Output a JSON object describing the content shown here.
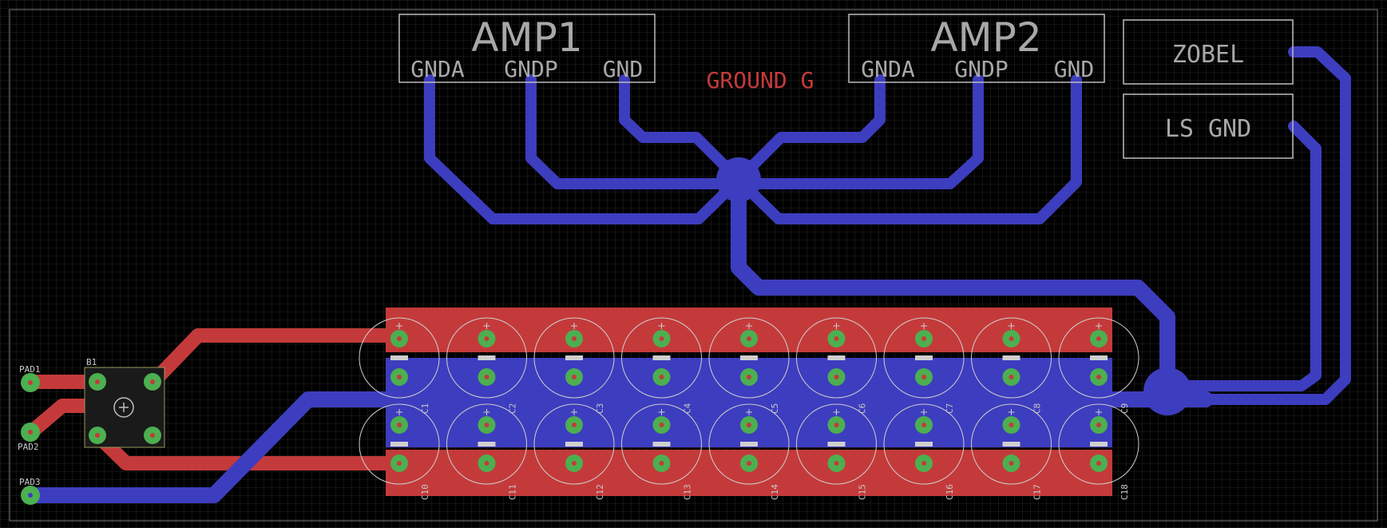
{
  "board": {
    "background": "#000000",
    "grid_color": "#2a2a2a",
    "top_copper_color": "#c43a3a",
    "bottom_copper_color": "#3d3dbf",
    "pad_color": "#4caf50",
    "silkscreen_color": "#c8c8c8"
  },
  "labels": {
    "amp1_title": "AMP1",
    "amp1_gnda": "GNDA",
    "amp1_gndp": "GNDP",
    "amp1_gnd": "GND",
    "amp2_title": "AMP2",
    "amp2_gnda": "GNDA",
    "amp2_gndp": "GNDP",
    "amp2_gnd": "GND",
    "ground_net": "GROUND G",
    "zobel": "ZOBEL",
    "ls_gnd": "LS GND"
  },
  "pads": {
    "pad1": "PAD1",
    "pad2": "PAD2",
    "pad3": "PAD3"
  },
  "rectifier": {
    "ref": "B1"
  },
  "capacitors_top": [
    "C1",
    "C2",
    "C3",
    "C4",
    "C5",
    "C6",
    "C7",
    "C8",
    "C9"
  ],
  "capacitors_bottom": [
    "C10",
    "C11",
    "C12",
    "C13",
    "C14",
    "C15",
    "C16",
    "C17",
    "C18"
  ]
}
